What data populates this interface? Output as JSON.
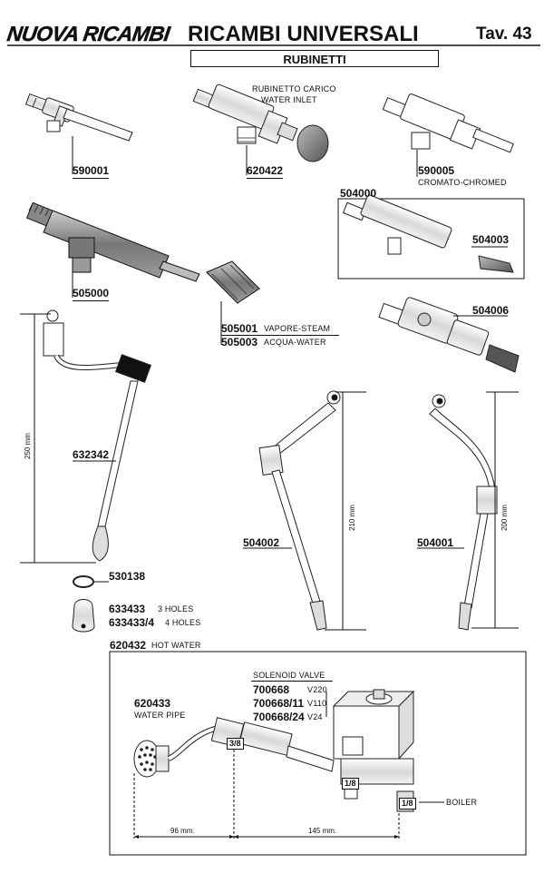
{
  "header": {
    "brand": "NUOVA RICAMBI",
    "title": "RICAMBI UNIVERSALI",
    "table_no": "Tav. 43",
    "section": "RUBINETTI"
  },
  "parts": {
    "p590001": "590001",
    "p620422": "620422",
    "p620422_desc1": "RUBINETTO CARICO",
    "p620422_desc2": "WATER INLET",
    "p590005": "590005",
    "p590005_desc": "CROMATO-CHROMED",
    "p505000": "505000",
    "p504000": "504000",
    "p504003": "504003",
    "p505001": "505001",
    "p505001_desc": "VAPORE-STEAM",
    "p505003": "505003",
    "p505003_desc": "ACQUA-WATER",
    "p504006": "504006",
    "p632342": "632342",
    "p632342_len": "250 mm",
    "p504002": "504002",
    "p504002_len": "210 mm",
    "p504001": "504001",
    "p504001_len": "200 mm",
    "p530138": "530138",
    "p633433": "633433",
    "p633433_desc": "3 HOLES",
    "p633433_4": "633433/4",
    "p633433_4_desc": "4 HOLES"
  },
  "hot_water": {
    "code": "620432",
    "desc": "HOT WATER",
    "pipe_code": "620433",
    "pipe_desc": "WATER PIPE",
    "solenoid_label": "SOLENOID VALVE",
    "valves": [
      {
        "code": "700668",
        "voltage": "V220"
      },
      {
        "code": "700668/11",
        "voltage": "V110"
      },
      {
        "code": "700668/24",
        "voltage": "V24"
      }
    ],
    "fitting_38": "3/8",
    "fitting_18a": "1/8",
    "fitting_18b": "1/8",
    "boiler": "BOILER",
    "dim_left": "96 mm.",
    "dim_right": "145 mm."
  }
}
